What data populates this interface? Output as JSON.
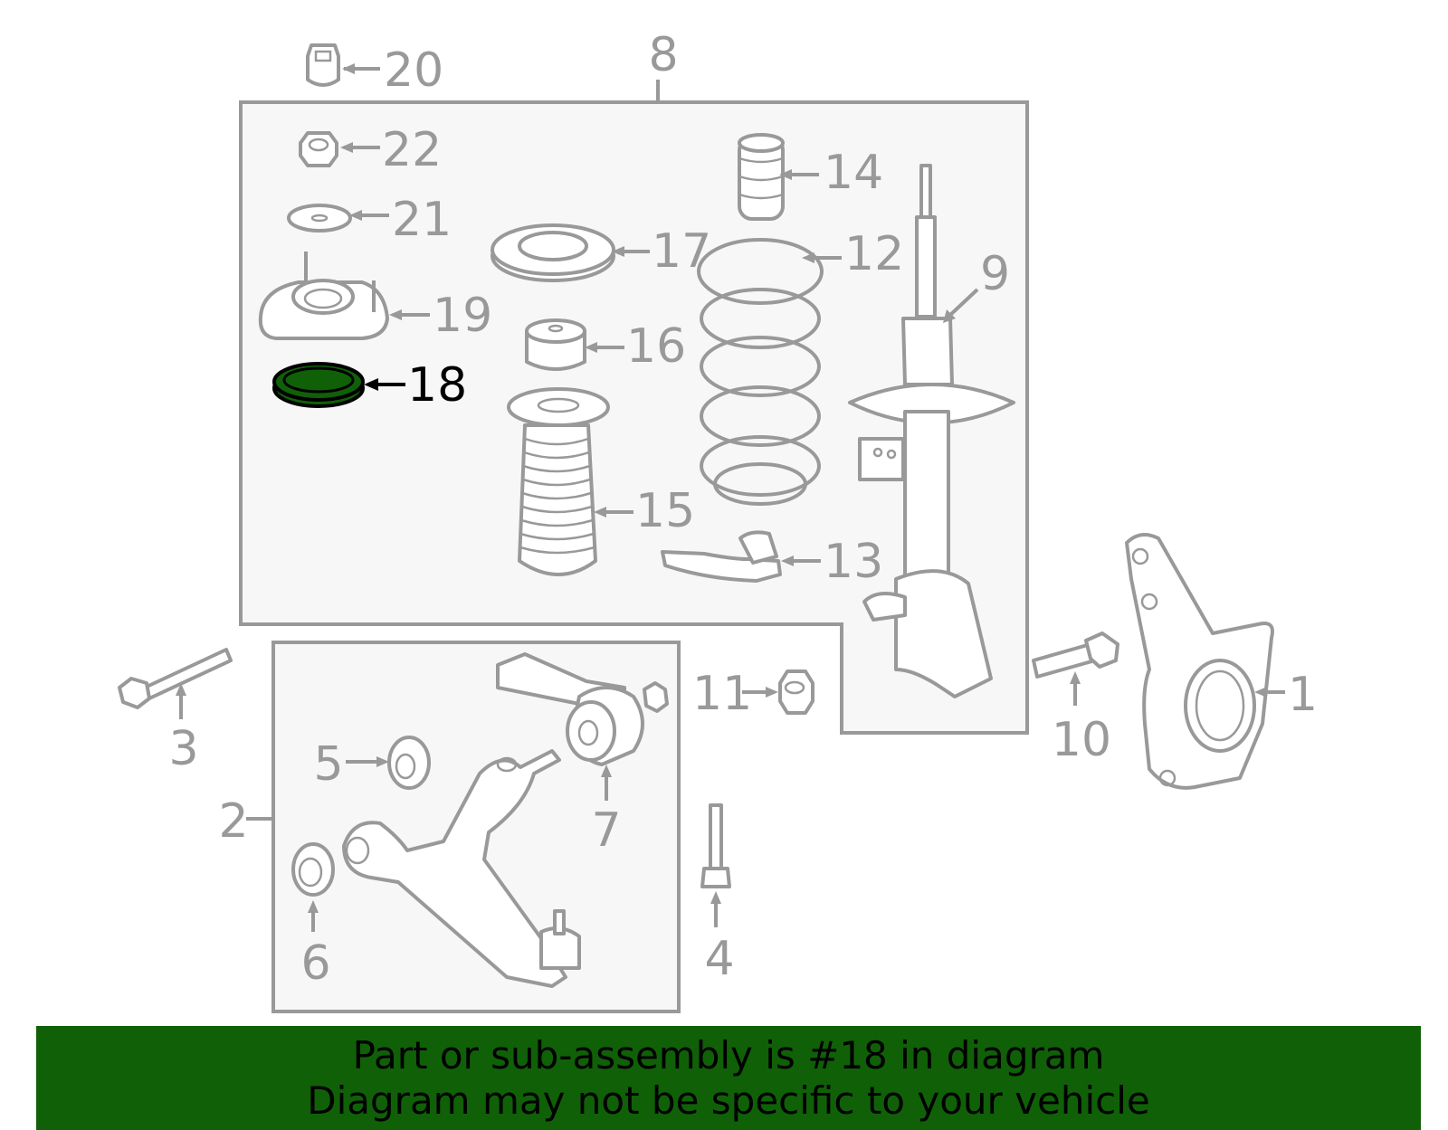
{
  "diagram": {
    "title": "Front suspension parts diagram",
    "highlighted_part": "18",
    "highlight_color": "#106008",
    "line_color": "#999999",
    "box_fill": "#f7f7f7",
    "callouts": [
      {
        "id": "1",
        "label": "1"
      },
      {
        "id": "2",
        "label": "2"
      },
      {
        "id": "3",
        "label": "3"
      },
      {
        "id": "4",
        "label": "4"
      },
      {
        "id": "5",
        "label": "5"
      },
      {
        "id": "6",
        "label": "6"
      },
      {
        "id": "7",
        "label": "7"
      },
      {
        "id": "8",
        "label": "8"
      },
      {
        "id": "9",
        "label": "9"
      },
      {
        "id": "10",
        "label": "10"
      },
      {
        "id": "11",
        "label": "11"
      },
      {
        "id": "12",
        "label": "12"
      },
      {
        "id": "13",
        "label": "13"
      },
      {
        "id": "14",
        "label": "14"
      },
      {
        "id": "15",
        "label": "15"
      },
      {
        "id": "16",
        "label": "16"
      },
      {
        "id": "17",
        "label": "17"
      },
      {
        "id": "18",
        "label": "18"
      },
      {
        "id": "19",
        "label": "19"
      },
      {
        "id": "20",
        "label": "20"
      },
      {
        "id": "21",
        "label": "21"
      },
      {
        "id": "22",
        "label": "22"
      }
    ]
  },
  "banner": {
    "line1": "Part or sub-assembly is #18 in diagram",
    "line2": "Diagram may not be specific to your vehicle",
    "background": "#106008"
  }
}
